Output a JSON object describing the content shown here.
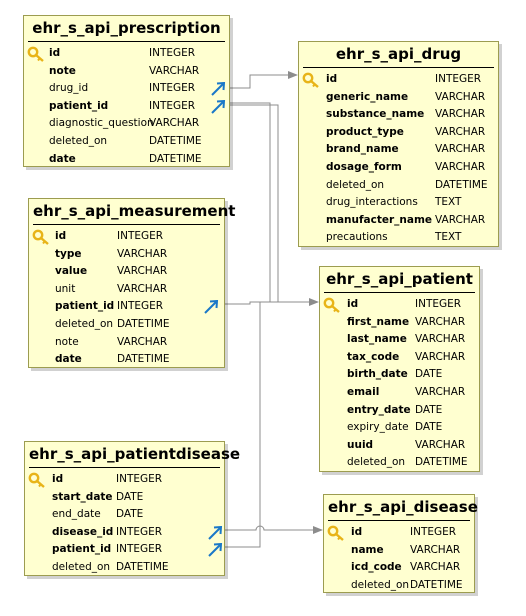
{
  "tables": [
    {
      "id": "prescription",
      "title": "ehr_s_api_prescription",
      "fields": [
        {
          "name": "id",
          "type": "INTEGER",
          "pk": true,
          "bold": true
        },
        {
          "name": "note",
          "type": "VARCHAR",
          "bold": true
        },
        {
          "name": "drug_id",
          "type": "INTEGER",
          "fk": true
        },
        {
          "name": "patient_id",
          "type": "INTEGER",
          "bold": true,
          "fk": true
        },
        {
          "name": "diagnostic_question",
          "type": "VARCHAR"
        },
        {
          "name": "deleted_on",
          "type": "DATETIME"
        },
        {
          "name": "date",
          "type": "DATETIME",
          "bold": true
        }
      ]
    },
    {
      "id": "drug",
      "title": "ehr_s_api_drug",
      "fields": [
        {
          "name": "id",
          "type": "INTEGER",
          "pk": true,
          "bold": true
        },
        {
          "name": "generic_name",
          "type": "VARCHAR",
          "bold": true
        },
        {
          "name": "substance_name",
          "type": "VARCHAR",
          "bold": true
        },
        {
          "name": "product_type",
          "type": "VARCHAR",
          "bold": true
        },
        {
          "name": "brand_name",
          "type": "VARCHAR",
          "bold": true
        },
        {
          "name": "dosage_form",
          "type": "VARCHAR",
          "bold": true
        },
        {
          "name": "deleted_on",
          "type": "DATETIME"
        },
        {
          "name": "drug_interactions",
          "type": "TEXT"
        },
        {
          "name": "manufacter_name",
          "type": "VARCHAR",
          "bold": true
        },
        {
          "name": "precautions",
          "type": "TEXT"
        }
      ]
    },
    {
      "id": "measurement",
      "title": "ehr_s_api_measurement",
      "fields": [
        {
          "name": "id",
          "type": "INTEGER",
          "pk": true,
          "bold": true
        },
        {
          "name": "type",
          "type": "VARCHAR",
          "bold": true
        },
        {
          "name": "value",
          "type": "VARCHAR",
          "bold": true
        },
        {
          "name": "unit",
          "type": "VARCHAR"
        },
        {
          "name": "patient_id",
          "type": "INTEGER",
          "bold": true,
          "fk": true
        },
        {
          "name": "deleted_on",
          "type": "DATETIME"
        },
        {
          "name": "note",
          "type": "VARCHAR"
        },
        {
          "name": "date",
          "type": "DATETIME",
          "bold": true
        }
      ]
    },
    {
      "id": "patient",
      "title": "ehr_s_api_patient",
      "fields": [
        {
          "name": "id",
          "type": "INTEGER",
          "pk": true,
          "bold": true
        },
        {
          "name": "first_name",
          "type": "VARCHAR",
          "bold": true
        },
        {
          "name": "last_name",
          "type": "VARCHAR",
          "bold": true
        },
        {
          "name": "tax_code",
          "type": "VARCHAR",
          "bold": true
        },
        {
          "name": "birth_date",
          "type": "DATE",
          "bold": true
        },
        {
          "name": "email",
          "type": "VARCHAR",
          "bold": true
        },
        {
          "name": "entry_date",
          "type": "DATE",
          "bold": true
        },
        {
          "name": "expiry_date",
          "type": "DATE"
        },
        {
          "name": "uuid",
          "type": "VARCHAR",
          "bold": true
        },
        {
          "name": "deleted_on",
          "type": "DATETIME"
        }
      ]
    },
    {
      "id": "patientdisease",
      "title": "ehr_s_api_patientdisease",
      "fields": [
        {
          "name": "id",
          "type": "INTEGER",
          "pk": true,
          "bold": true
        },
        {
          "name": "start_date",
          "type": "DATE",
          "bold": true
        },
        {
          "name": "end_date",
          "type": "DATE"
        },
        {
          "name": "disease_id",
          "type": "INTEGER",
          "bold": true,
          "fk": true
        },
        {
          "name": "patient_id",
          "type": "INTEGER",
          "bold": true,
          "fk": true
        },
        {
          "name": "deleted_on",
          "type": "DATETIME"
        }
      ]
    },
    {
      "id": "disease",
      "title": "ehr_s_api_disease",
      "fields": [
        {
          "name": "id",
          "type": "INTEGER",
          "pk": true,
          "bold": true
        },
        {
          "name": "name",
          "type": "VARCHAR",
          "bold": true
        },
        {
          "name": "icd_code",
          "type": "VARCHAR",
          "bold": true
        },
        {
          "name": "deleted_on",
          "type": "DATETIME"
        }
      ]
    }
  ],
  "colors": {
    "entity_fill": "#ffffd0",
    "entity_border": "#9c9c50",
    "connector": "#8c8c8c",
    "key_icon": "#e8b418",
    "fk_arrow": "#1a78c8"
  }
}
